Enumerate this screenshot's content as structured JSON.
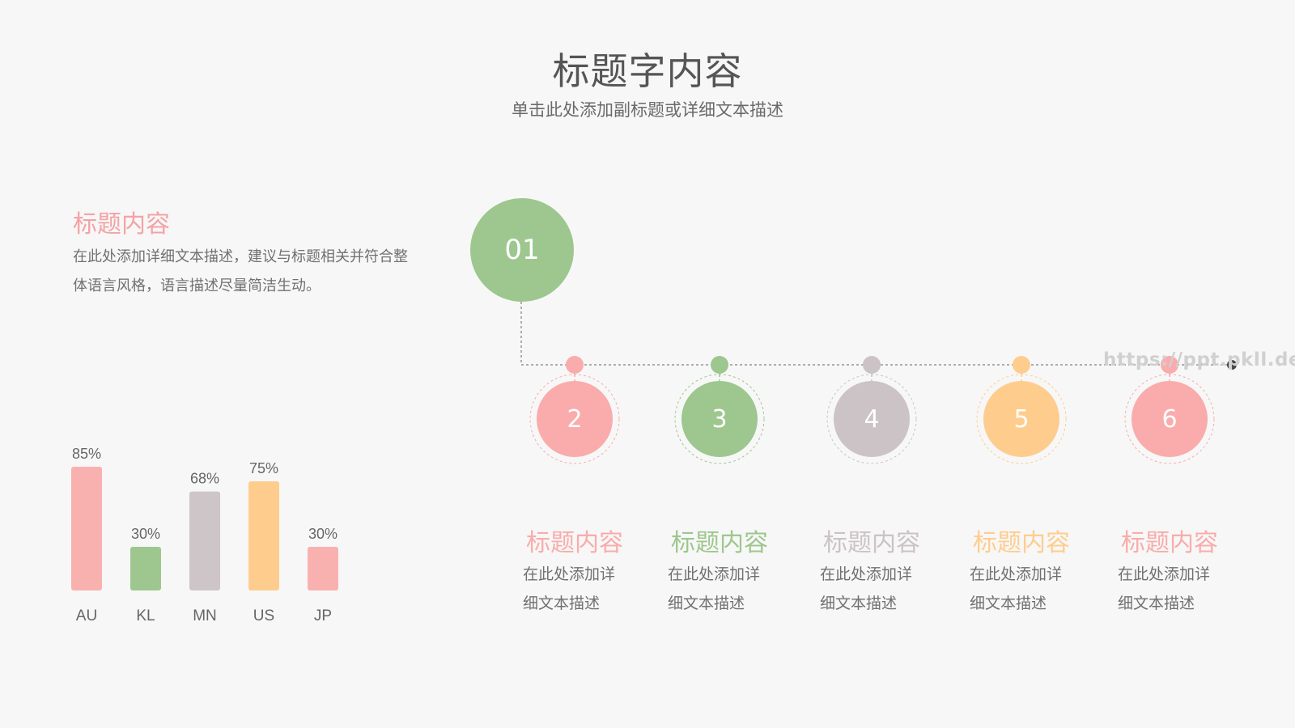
{
  "header": {
    "title": "标题字内容",
    "subtitle": "单击此处添加副标题或详细文本描述"
  },
  "side": {
    "heading": "标题内容",
    "description": "在此处添加详细文本描述，建议与标题相关并符合整体语言风格，语言描述尽量简洁生动。"
  },
  "timeline": {
    "start_label": "01",
    "start_color": "#9dc78e",
    "items": [
      {
        "number": "2",
        "title": "标题内容",
        "desc_line1": "在此处添加详",
        "desc_line2": "细文本描述",
        "color": "#f9acab"
      },
      {
        "number": "3",
        "title": "标题内容",
        "desc_line1": "在此处添加详",
        "desc_line2": "细文本描述",
        "color": "#9dc78e"
      },
      {
        "number": "4",
        "title": "标题内容",
        "desc_line1": "在此处添加详",
        "desc_line2": "细文本描述",
        "color": "#cbc3c6"
      },
      {
        "number": "5",
        "title": "标题内容",
        "desc_line1": "在此处添加详",
        "desc_line2": "细文本描述",
        "color": "#fecd8e"
      },
      {
        "number": "6",
        "title": "标题内容",
        "desc_line1": "在此处添加详",
        "desc_line2": "细文本描述",
        "color": "#f9acab"
      }
    ]
  },
  "watermark": "https://ppt.pkll.de",
  "chart_data": {
    "type": "bar",
    "categories": [
      "AU",
      "KL",
      "MN",
      "US",
      "JP"
    ],
    "values": [
      85,
      30,
      68,
      75,
      30
    ],
    "value_labels": [
      "85%",
      "30%",
      "68%",
      "75%",
      "30%"
    ],
    "colors": [
      "#f9b1b0",
      "#9dc78e",
      "#cdc5c7",
      "#fecd8e",
      "#f9b1b0"
    ],
    "ylim": [
      0,
      100
    ],
    "grid": false
  }
}
